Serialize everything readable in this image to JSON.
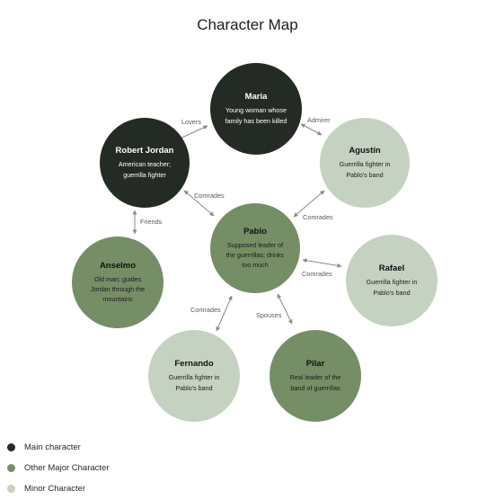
{
  "title": "Character Map",
  "colors": {
    "main": "#242a24",
    "major": "#768e66",
    "minor": "#c6d2c1",
    "arrow": "#8a8a8a"
  },
  "nodes": [
    {
      "id": "maria",
      "name": "Maria",
      "desc": "Young woman whose family has been killed",
      "category": "main"
    },
    {
      "id": "robert",
      "name": "Robert Jordan",
      "desc": "American teacher; guerrilla fighter",
      "category": "main"
    },
    {
      "id": "agustin",
      "name": "Agustín",
      "desc": "Guerrilla fighter in Pablo's band",
      "category": "minor"
    },
    {
      "id": "pablo",
      "name": "Pablo",
      "desc": "Supposed leader of the guerrillas; drinks too much",
      "category": "major"
    },
    {
      "id": "anselmo",
      "name": "Anselmo",
      "desc": "Old man; guides Jordan through the mountains",
      "category": "major"
    },
    {
      "id": "rafael",
      "name": "Rafael",
      "desc": "Guerrilla fighter in Pablo's band",
      "category": "minor"
    },
    {
      "id": "fernando",
      "name": "Fernando",
      "desc": "Guerrilla fighter in Pablo's band",
      "category": "minor"
    },
    {
      "id": "pilar",
      "name": "Pilar",
      "desc": "Real leader of the band of guerrillas",
      "category": "major"
    }
  ],
  "edges": [
    {
      "from": "robert",
      "to": "maria",
      "label": "Lovers"
    },
    {
      "from": "agustin",
      "to": "maria",
      "label": "Admirer"
    },
    {
      "from": "robert",
      "to": "pablo",
      "label": "Comrades"
    },
    {
      "from": "robert",
      "to": "anselmo",
      "label": "Friends"
    },
    {
      "from": "agustin",
      "to": "pablo",
      "label": "Comrades"
    },
    {
      "from": "rafael",
      "to": "pablo",
      "label": "Comrades"
    },
    {
      "from": "fernando",
      "to": "pablo",
      "label": "Comrades"
    },
    {
      "from": "pilar",
      "to": "pablo",
      "label": "Spouses"
    }
  ],
  "legend": [
    {
      "label": "Main character",
      "category": "main"
    },
    {
      "label": "Other Major Character",
      "category": "major"
    },
    {
      "label": "Minor Character",
      "category": "minor"
    }
  ]
}
